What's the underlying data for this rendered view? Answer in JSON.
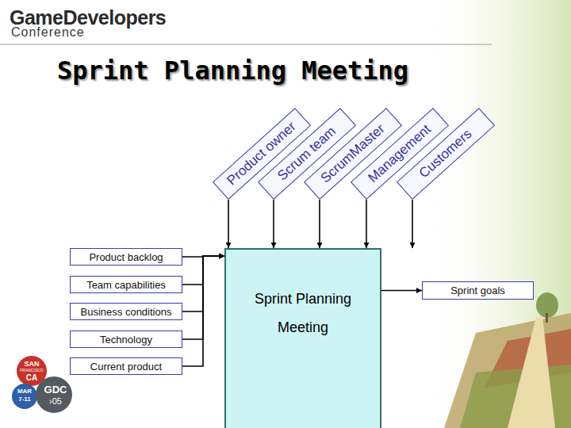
{
  "diagram": {
    "title": "Sprint Planning Meeting",
    "nodes": [
      {
        "text": [
          "Product owner"
        ]
      },
      {
        "text": [
          "Scrum team"
        ]
      },
      {
        "text": [
          "ScrumMaster"
        ]
      },
      {
        "text": [
          "Management"
        ]
      },
      {
        "text": [
          "Customers"
        ]
      },
      {
        "text": [
          "Product backlog"
        ]
      },
      {
        "text": [
          "Team capabilities"
        ]
      },
      {
        "text": [
          "Business conditions"
        ]
      },
      {
        "text": [
          "Technology"
        ]
      },
      {
        "text": [
          "Current product"
        ]
      },
      {
        "text": [
          "Sprint Planning Meeting"
        ]
      },
      {
        "text": [
          "Sprint goals"
        ]
      }
    ],
    "edges": [
      {
        "from": 0,
        "to": 10,
        "arrow": "to"
      },
      {
        "from": 1,
        "to": 10,
        "arrow": "to"
      },
      {
        "from": 2,
        "to": 10,
        "arrow": "to"
      },
      {
        "from": 3,
        "to": 10,
        "arrow": "to"
      },
      {
        "from": 4,
        "to": 10,
        "arrow": "to"
      },
      {
        "from": 5,
        "to": 10,
        "arrow": "to"
      },
      {
        "from": 6,
        "to": 10,
        "arrow": "to"
      },
      {
        "from": 7,
        "to": 10,
        "arrow": "to"
      },
      {
        "from": 8,
        "to": 10,
        "arrow": "to"
      },
      {
        "from": 9,
        "to": 10,
        "arrow": "to"
      },
      {
        "from": 10,
        "to": 11,
        "arrow": "to"
      }
    ],
    "labels": [
      "GameDevelopers",
      "Conference",
      "SAN",
      "FRANCISCO",
      "CA",
      "MAR",
      "7-11",
      "GDC",
      "›05"
    ]
  }
}
